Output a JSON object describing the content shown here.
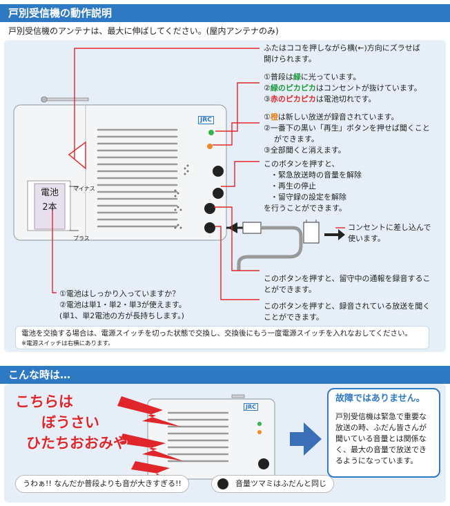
{
  "section1": {
    "title": "戸別受信機の動作説明",
    "intro": "戸別受信機のアンテナは、最大に伸ばしてください。(屋内アンテナのみ)",
    "cover": [
      "ふたはココを押しながら横(←)方向にズラせば",
      "開けられます。"
    ],
    "led1": {
      "l1a": "①普段は",
      "l1b": "緑",
      "l1c": "に光っています。",
      "l2a": "②",
      "l2b": "緑のピカピカ",
      "l2c": "はコンセントが抜けています。",
      "l3a": "③",
      "l3b": "赤のピカピカ",
      "l3c": "は電池切れです。"
    },
    "led2": {
      "l1a": "①",
      "l1b": "橙",
      "l1c": "は新しい放送が録音されています。",
      "l2": "②一番下の黒い「再生」ボタンを押せば聞くこと",
      "l2b": "ができます。",
      "l3": "③全部聞くと消えます。"
    },
    "button_mid": [
      "このボタンを押すと、",
      "・緊急放送時の音量を解除",
      "・再生の停止",
      "・留守録の設定を解除",
      "を行うことができます。"
    ],
    "outlet": [
      "コンセントに差し込んで",
      "使います。"
    ],
    "button_rec": [
      "このボタンを押すと、留守中の通報を録音するこ",
      "とができます。"
    ],
    "button_play": [
      "このボタンを押すと、録音されている放送を聞く",
      "ことができます。"
    ],
    "battery_notes": [
      "①電池はしっかり入っていますか？",
      "②電池は単1・単2・単3が使えます。",
      "(単1、単2電池の方が長持ちします。)"
    ],
    "battery_label": [
      "電池",
      "2本"
    ],
    "minus_label": "マイナス",
    "plus_label": "プラス",
    "device_logo": "JRC",
    "footnote": "電池を交換する場合は、電源スイッチを切った状態で交換し、交換後にもう一度電源スイッチを入れなおしてください。",
    "footnote_small": "※電源スイッチは右横にあります。"
  },
  "section2": {
    "title": "こんな時は…",
    "shout": [
      "こちらは",
      "ぼうさい",
      "ひたちおおみや"
    ],
    "bubble": "うわぁ!! なんだか普段よりも音が大きすぎる!!",
    "knob_note": "音量ツマミはふだんと同じ",
    "device_logo": "JRC",
    "info_title": "故障ではありません。",
    "info_body": [
      "戸別受信機は緊急で重要な",
      "放送の時、ふだん皆さんが",
      "聞いている音量とは関係な",
      "く、最大の音量で放送でき",
      "るようになっています。"
    ]
  },
  "colors": {
    "header_blue": "#2e79c4",
    "panel_bg": "#e6eff8",
    "leader_red": "#e0262a",
    "green": "#1c9a3a",
    "orange": "#e8801c"
  }
}
